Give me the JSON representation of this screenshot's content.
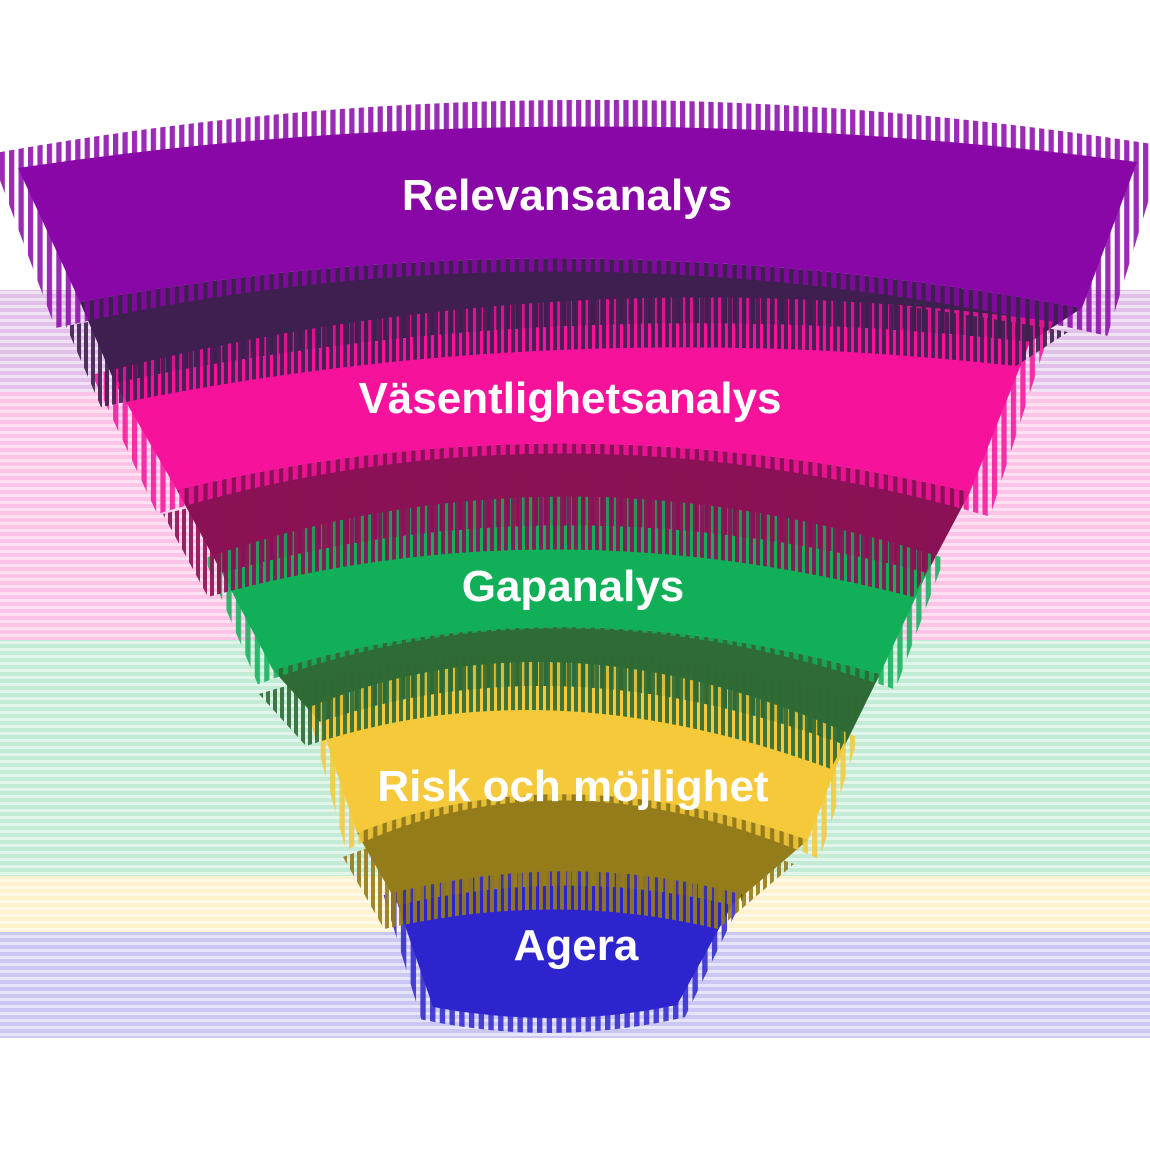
{
  "figure": {
    "type": "funnel",
    "background": "#FFFFFF",
    "label_color": "#FFFFFF",
    "levels": [
      {
        "label": "Relevansanalys",
        "color": "#8906A7",
        "shade": "#3E1F4F"
      },
      {
        "label": "Väsentlighetsanalys",
        "color": "#F6129B",
        "shade": "#8B1156"
      },
      {
        "label": "Gapanalys",
        "color": "#10AF58",
        "shade": "#2F6B34"
      },
      {
        "label": "Risk och möjlighet",
        "color": "#F5C93A",
        "shade": "#957C1B"
      },
      {
        "label": "Agera",
        "color": "#2D24CE"
      }
    ]
  }
}
